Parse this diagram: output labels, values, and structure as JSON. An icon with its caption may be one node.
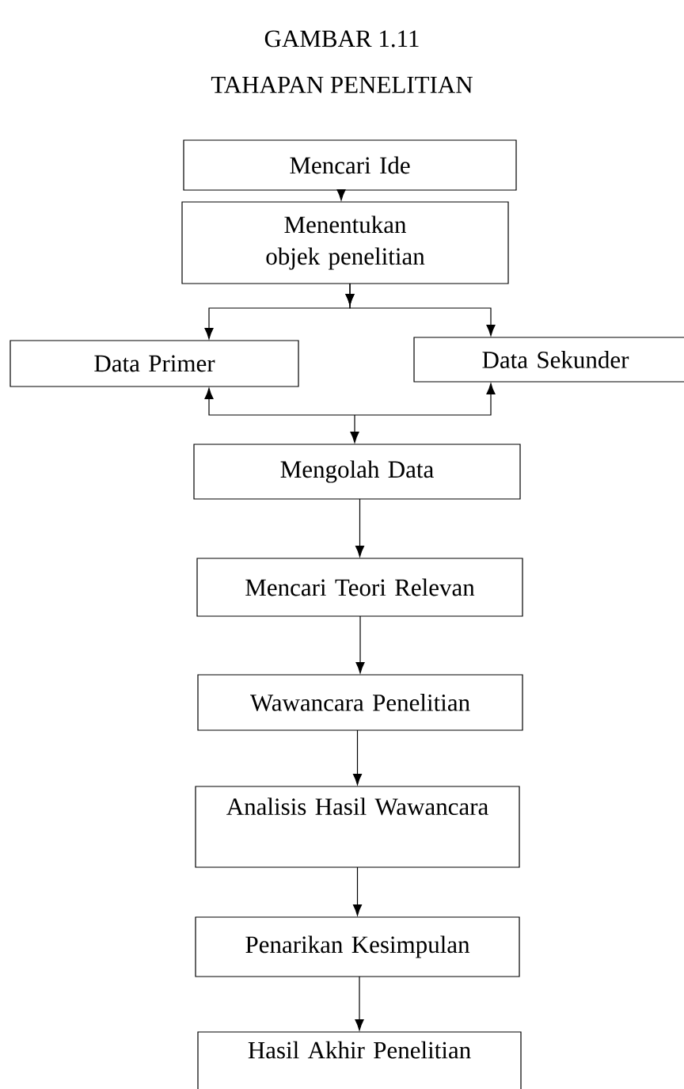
{
  "diagram": {
    "title": "GAMBAR 1.11",
    "nodes": [
      {
        "text": [
          "Mencari Ide"
        ]
      },
      {
        "text": [
          "Menentukan objek penelitian"
        ]
      },
      {
        "text": [
          "Data Primer"
        ]
      },
      {
        "text": [
          "Data Sekunder"
        ]
      },
      {
        "text": [
          "Mengolah Data"
        ]
      },
      {
        "text": [
          "Mencari Teori Relevan"
        ]
      },
      {
        "text": [
          "Wawancara Penelitian"
        ]
      },
      {
        "text": [
          "Analisis Hasil Wawancara"
        ]
      },
      {
        "text": [
          "Penarikan Kesimpulan"
        ]
      },
      {
        "text": [
          "Hasil Akhir Penelitian"
        ]
      }
    ],
    "edges": [
      {
        "from": 0,
        "to": 1,
        "arrow": "to"
      },
      {
        "from": 1,
        "to": 2,
        "arrow": "to"
      },
      {
        "from": 1,
        "to": 3,
        "arrow": "to"
      },
      {
        "from": 2,
        "to": 4,
        "arrow": "both"
      },
      {
        "from": 3,
        "to": 4,
        "arrow": "both"
      },
      {
        "from": 4,
        "to": 5,
        "arrow": "to"
      },
      {
        "from": 5,
        "to": 6,
        "arrow": "to"
      },
      {
        "from": 6,
        "to": 7,
        "arrow": "to"
      },
      {
        "from": 7,
        "to": 8,
        "arrow": "to"
      },
      {
        "from": 8,
        "to": 9,
        "arrow": "to"
      }
    ],
    "labels": [
      "TAHAPAN PENELITIAN"
    ]
  }
}
